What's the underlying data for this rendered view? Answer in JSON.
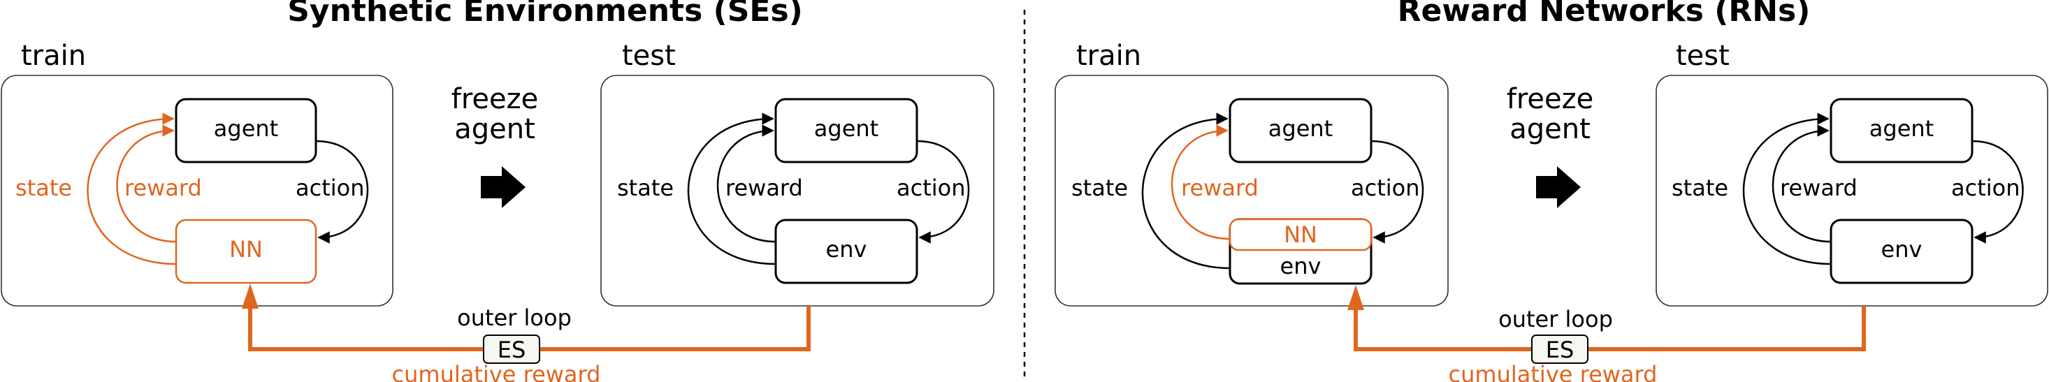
{
  "colors": {
    "orange": "#e0661e",
    "black": "#000000"
  },
  "left": {
    "title": "Synthetic Environments (SEs)",
    "train": {
      "heading": "train",
      "agent": "agent",
      "nn": "NN",
      "state": "state",
      "reward": "reward",
      "action": "action"
    },
    "freeze": {
      "line1": "freeze",
      "line2": "agent"
    },
    "test": {
      "heading": "test",
      "agent": "agent",
      "env": "env",
      "state": "state",
      "reward": "reward",
      "action": "action"
    },
    "outer_loop": "outer loop",
    "es": "ES",
    "cumulative_reward": "cumulative reward"
  },
  "right": {
    "title": "Reward Networks (RNs)",
    "train": {
      "heading": "train",
      "agent": "agent",
      "nn": "NN",
      "env": "env",
      "state": "state",
      "reward": "reward",
      "action": "action"
    },
    "freeze": {
      "line1": "freeze",
      "line2": "agent"
    },
    "test": {
      "heading": "test",
      "agent": "agent",
      "env": "env",
      "state": "state",
      "reward": "reward",
      "action": "action"
    },
    "outer_loop": "outer loop",
    "es": "ES",
    "cumulative_reward": "cumulative reward"
  }
}
